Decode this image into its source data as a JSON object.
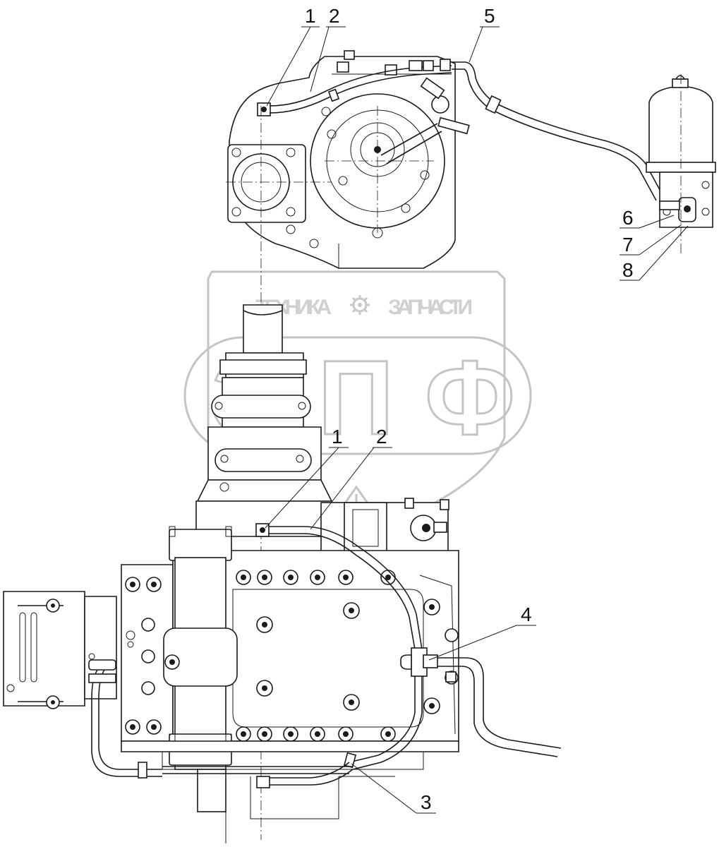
{
  "watermark": {
    "line1_left": "ТЕХНИКА",
    "line1_right": "ЗАПЧАСТИ",
    "emblem": "ЭПФ",
    "gear_icon": "gear-icon"
  },
  "callouts": [
    {
      "id": "c-top-1",
      "label": "1"
    },
    {
      "id": "c-top-2",
      "label": "2"
    },
    {
      "id": "c-top-5",
      "label": "5"
    },
    {
      "id": "c-top-6",
      "label": "6"
    },
    {
      "id": "c-top-7",
      "label": "7"
    },
    {
      "id": "c-top-8",
      "label": "8"
    },
    {
      "id": "c-low-1",
      "label": "1"
    },
    {
      "id": "c-low-2",
      "label": "2"
    },
    {
      "id": "c-low-4",
      "label": "4"
    },
    {
      "id": "c-low-3",
      "label": "3"
    }
  ]
}
